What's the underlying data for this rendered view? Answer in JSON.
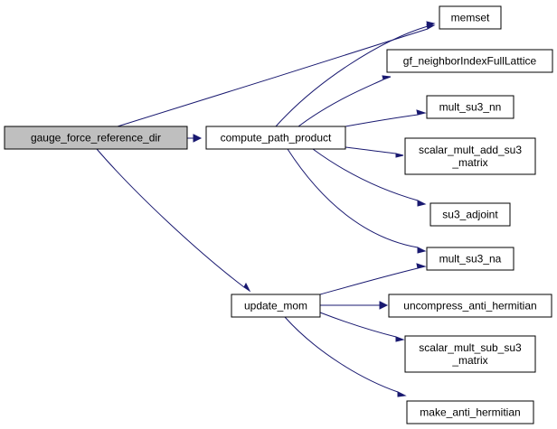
{
  "graph": {
    "colors": {
      "edge": "#191970",
      "root_fill": "#bfbfbf",
      "node_fill": "#ffffff",
      "border": "#000000"
    },
    "nodes": {
      "gauge_force_reference_dir": {
        "lines": [
          "gauge_force_reference_dir"
        ]
      },
      "compute_path_product": {
        "lines": [
          "compute_path_product"
        ]
      },
      "update_mom": {
        "lines": [
          "update_mom"
        ]
      },
      "memset": {
        "lines": [
          "memset"
        ]
      },
      "gf_neighborIndexFullLattice": {
        "lines": [
          "gf_neighborIndexFullLattice"
        ]
      },
      "mult_su3_nn": {
        "lines": [
          "mult_su3_nn"
        ]
      },
      "scalar_mult_add_su3_matrix": {
        "lines": [
          "scalar_mult_add_su3",
          "_matrix"
        ]
      },
      "su3_adjoint": {
        "lines": [
          "su3_adjoint"
        ]
      },
      "mult_su3_na": {
        "lines": [
          "mult_su3_na"
        ]
      },
      "uncompress_anti_hermitian": {
        "lines": [
          "uncompress_anti_hermitian"
        ]
      },
      "scalar_mult_sub_su3_matrix": {
        "lines": [
          "scalar_mult_sub_su3",
          "_matrix"
        ]
      },
      "make_anti_hermitian": {
        "lines": [
          "make_anti_hermitian"
        ]
      }
    },
    "edges": [
      {
        "from": "gauge_force_reference_dir",
        "to": "memset"
      },
      {
        "from": "gauge_force_reference_dir",
        "to": "compute_path_product"
      },
      {
        "from": "gauge_force_reference_dir",
        "to": "update_mom"
      },
      {
        "from": "compute_path_product",
        "to": "memset"
      },
      {
        "from": "compute_path_product",
        "to": "gf_neighborIndexFullLattice"
      },
      {
        "from": "compute_path_product",
        "to": "mult_su3_nn"
      },
      {
        "from": "compute_path_product",
        "to": "scalar_mult_add_su3_matrix"
      },
      {
        "from": "compute_path_product",
        "to": "su3_adjoint"
      },
      {
        "from": "compute_path_product",
        "to": "mult_su3_na"
      },
      {
        "from": "update_mom",
        "to": "mult_su3_na"
      },
      {
        "from": "update_mom",
        "to": "uncompress_anti_hermitian"
      },
      {
        "from": "update_mom",
        "to": "scalar_mult_sub_su3_matrix"
      },
      {
        "from": "update_mom",
        "to": "make_anti_hermitian"
      }
    ]
  }
}
